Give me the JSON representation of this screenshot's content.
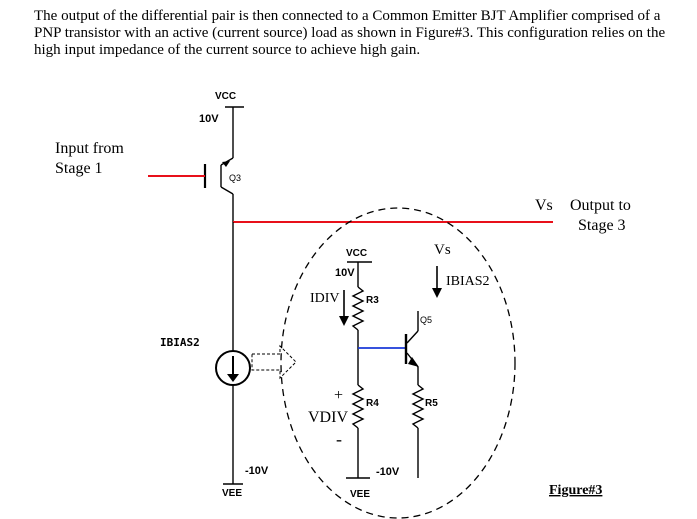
{
  "paragraph": "The output of the differential pair is then connected to a Common Emitter BJT Amplifier comprised of a PNP transistor with an active (current source) load as shown in Figure#3. This configuration relies on the high input impedance of the current source to achieve high gain.",
  "labels": {
    "vcc_left": "VCC",
    "v10_left": "10V",
    "input_line1": "Input from",
    "input_line2": "Stage 1",
    "q3": "Q3",
    "vs_out": "Vs",
    "output_line1": "Output to",
    "output_line2": "Stage 3",
    "vcc_inner": "VCC",
    "v10_inner": "10V",
    "vs_inner": "Vs",
    "idiv": "IDIV",
    "r3": "R3",
    "ibias2_inner": "IBIAS2",
    "q5": "Q5",
    "ibias2_left": "IBIAS2",
    "plus": "+",
    "vdiv": "VDIV",
    "minus": "-",
    "r4": "R4",
    "r5": "R5",
    "neg10_left": "-10V",
    "vee_left": "VEE",
    "neg10_inner": "-10V",
    "vee_inner": "VEE",
    "figure": "Figure#3"
  },
  "colors": {
    "red": "#e8101a",
    "blue": "#1a3ad8",
    "black": "#000000"
  }
}
